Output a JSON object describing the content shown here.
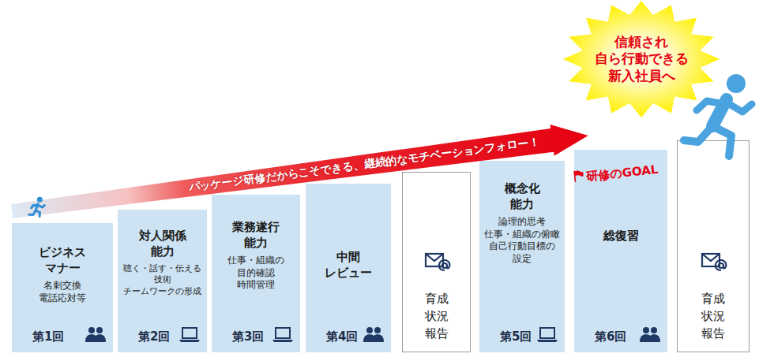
{
  "diagram": {
    "nodes": [
      {
        "text": [
          "パッケージ研修だからこそできる、継続的なモチベーションフォロー！"
        ]
      },
      {
        "text": [
          "ビジネス マナー",
          "名刺交換 電話応対等",
          "第1回"
        ]
      },
      {
        "text": [
          "対人関係 能力",
          "聴く・話す・伝える 技術 チームワークの形成",
          "第2回"
        ]
      },
      {
        "text": [
          "業務遂行 能力",
          "仕事・組織の 目的確認 時間管理",
          "第3回"
        ]
      },
      {
        "text": [
          "中間 レビュー",
          "第4回"
        ]
      },
      {
        "text": [
          "育成 状況 報告"
        ]
      },
      {
        "text": [
          "概念化 能力",
          "論理的思考 仕事・組織の俯瞰 自己行動目標の 設定",
          "第5回"
        ]
      },
      {
        "text": [
          "総復習",
          "第6回"
        ]
      },
      {
        "text": [
          "育成 状況 報告"
        ]
      },
      {
        "text": [
          "信頼され 自ら行動できる 新入社員へ"
        ]
      }
    ],
    "labels": [
      "研修のGOAL"
    ]
  }
}
